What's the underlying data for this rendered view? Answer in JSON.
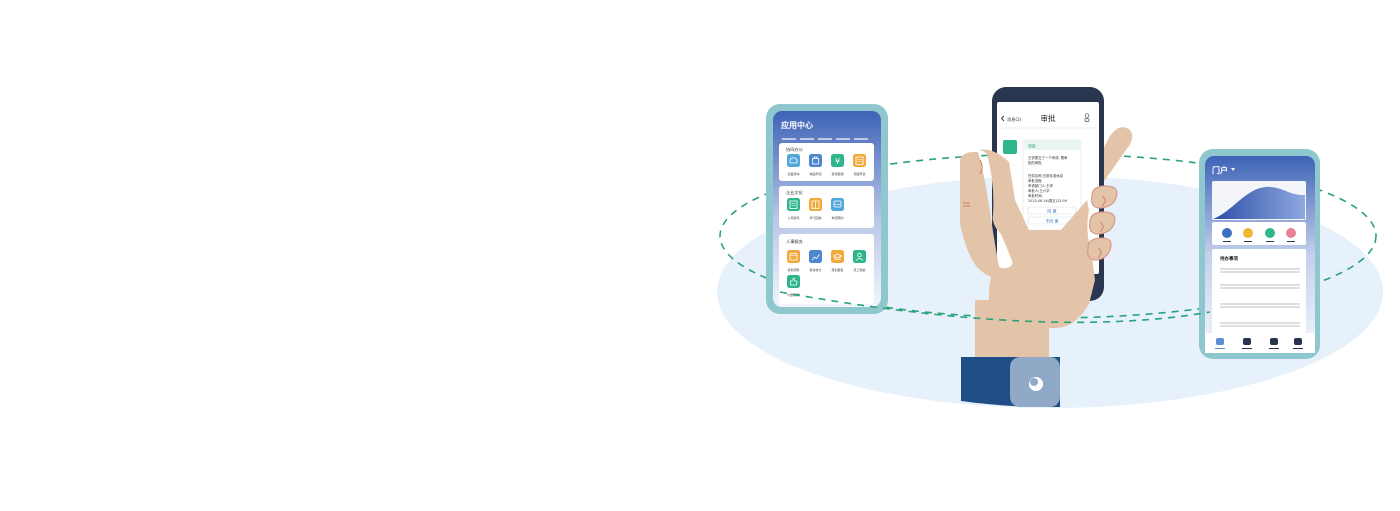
{
  "left_phone": {
    "title": "应用中心",
    "sections": [
      {
        "title": "协同办公",
        "apps": [
          {
            "label": "出差用车",
            "icon": "car-icon",
            "color": "#4fa8d8"
          },
          {
            "label": "物品申领",
            "icon": "bag-icon",
            "color": "#4f86d0"
          },
          {
            "label": "费用报销",
            "icon": "yen-icon",
            "color": "#2fb58b"
          },
          {
            "label": "调班申请",
            "icon": "form-icon",
            "color": "#f2a93b"
          }
        ]
      },
      {
        "title": "企业文化",
        "apps": [
          {
            "label": "公司通讯",
            "icon": "news-icon",
            "color": "#2fb58b"
          },
          {
            "label": "学习园地",
            "icon": "book-icon",
            "color": "#f2a93b"
          },
          {
            "label": "参观预约",
            "icon": "bus-icon",
            "color": "#4fa8d8"
          }
        ]
      },
      {
        "title": "人事服务",
        "apps": [
          {
            "label": "考勤调整",
            "icon": "calendar-icon",
            "color": "#f2a93b"
          },
          {
            "label": "薪资统计",
            "icon": "chart-icon",
            "color": "#4f86d0"
          },
          {
            "label": "培训报名",
            "icon": "cap-icon",
            "color": "#f2a93b"
          },
          {
            "label": "员工档案",
            "icon": "person-icon",
            "color": "#2fb58b"
          },
          {
            "label": "内部推荐",
            "icon": "thumb-icon",
            "color": "#2fb58b"
          }
        ]
      }
    ]
  },
  "center_phone": {
    "back_label": "消息(2)",
    "title": "审批",
    "card": {
      "tag": "审批",
      "lines": [
        "王伊提交了一个申请, 需审",
        "批的审批",
        "",
        "任务名称:日常标准休息",
        "审批流程",
        "申请部门人:王伊",
        "审批人:王小华",
        "审批时间:",
        "2023-06-16(周五)23:09"
      ],
      "approve_label": "同 意",
      "reject_label": "不同 意"
    }
  },
  "right_phone": {
    "title": "门户",
    "dropdown_icon": "caret-down-icon",
    "todo_title": "待办事项",
    "dots": [
      "#3b6fbf",
      "#f2b632",
      "#2fb58b",
      "#e98297"
    ],
    "nav_active_color": "#5b8fd8"
  },
  "colors": {
    "brand_blue": "#3f6cbf",
    "frame_teal": "#8fc7cf",
    "phone_dark": "#2a3550",
    "orbit_green": "#2aa37a",
    "platform": "#e6f1fb",
    "skin": "#e3c4a8",
    "sleeve": "#1f4e86"
  }
}
